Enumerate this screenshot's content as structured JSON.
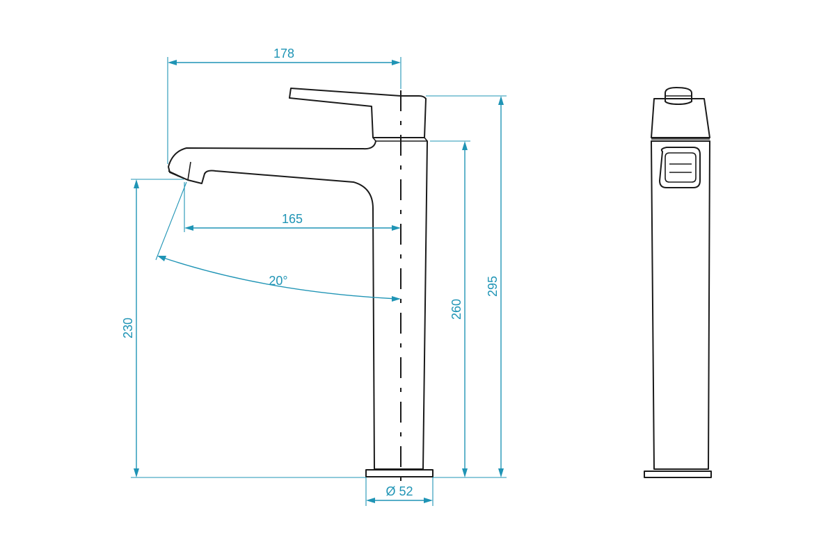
{
  "dimensions": {
    "total_reach": "178",
    "spout_reach": "165",
    "swivel_angle": "20°",
    "spout_height": "230",
    "body_height": "260",
    "total_height": "295",
    "base_diameter": "Ø 52"
  },
  "colors": {
    "outline": "#1a1a1a",
    "dimension": "#1f94b5",
    "background": "#ffffff"
  }
}
